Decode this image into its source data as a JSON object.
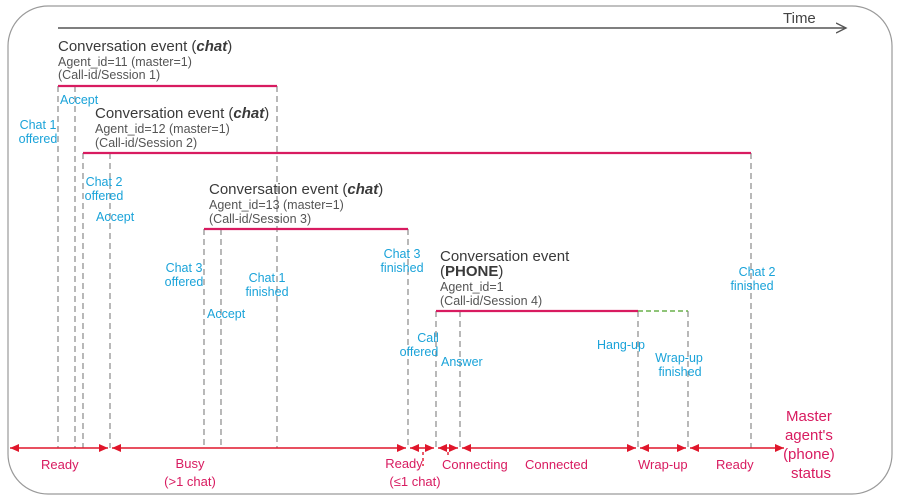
{
  "time_label": "Time",
  "colors": {
    "event_bar": "#d81b60",
    "phase_arrow": "#e0162b",
    "marker_text": "#1aa3d9",
    "wrapup_dash": "#6ab04c",
    "frame": "#9a9a9a"
  },
  "events": [
    {
      "title_prefix": "Conversation event (",
      "title_type": "chat",
      "title_suffix": ")",
      "agent": "Agent_id=11 (master=1)",
      "session": "(Call-id/Session 1)"
    },
    {
      "title_prefix": "Conversation event (",
      "title_type": "chat",
      "title_suffix": ")",
      "agent": "Agent_id=12 (master=1)",
      "session": "(Call-id/Session 2)"
    },
    {
      "title_prefix": "Conversation event (",
      "title_type": "chat",
      "title_suffix": ")",
      "agent": "Agent_id=13 (master=1)",
      "session": "(Call-id/Session 3)"
    },
    {
      "title_line1": "Conversation event",
      "title_prefix": "(",
      "title_type": "PHONE",
      "title_suffix": ")",
      "agent": "Agent_id=1",
      "session": "(Call-id/Session 4)"
    }
  ],
  "markers": {
    "chat1_offered": [
      "Chat 1",
      "offered"
    ],
    "accept1": "Accept",
    "chat2_offered": [
      "Chat 2",
      "offered"
    ],
    "accept2": "Accept",
    "chat3_offered": [
      "Chat 3",
      "offered"
    ],
    "accept3": "Accept",
    "chat1_finished": [
      "Chat 1",
      "finished"
    ],
    "chat3_finished": [
      "Chat 3",
      "finished"
    ],
    "call_offered": [
      "Call",
      "offered"
    ],
    "answer": "Answer",
    "hangup": "Hang-up",
    "wrapup_finished": [
      "Wrap-up",
      "finished"
    ],
    "chat2_finished": [
      "Chat 2",
      "finished"
    ]
  },
  "phases": {
    "ready1": "Ready",
    "busy": [
      "Busy",
      "(>1 chat)"
    ],
    "ready2": [
      "Ready",
      "(≤1 chat)"
    ],
    "connecting": "Connecting",
    "connected": "Connected",
    "wrapup": "Wrap-up",
    "ready3": "Ready"
  },
  "status_label": [
    "Master",
    "agent's",
    "(phone)",
    "status"
  ]
}
